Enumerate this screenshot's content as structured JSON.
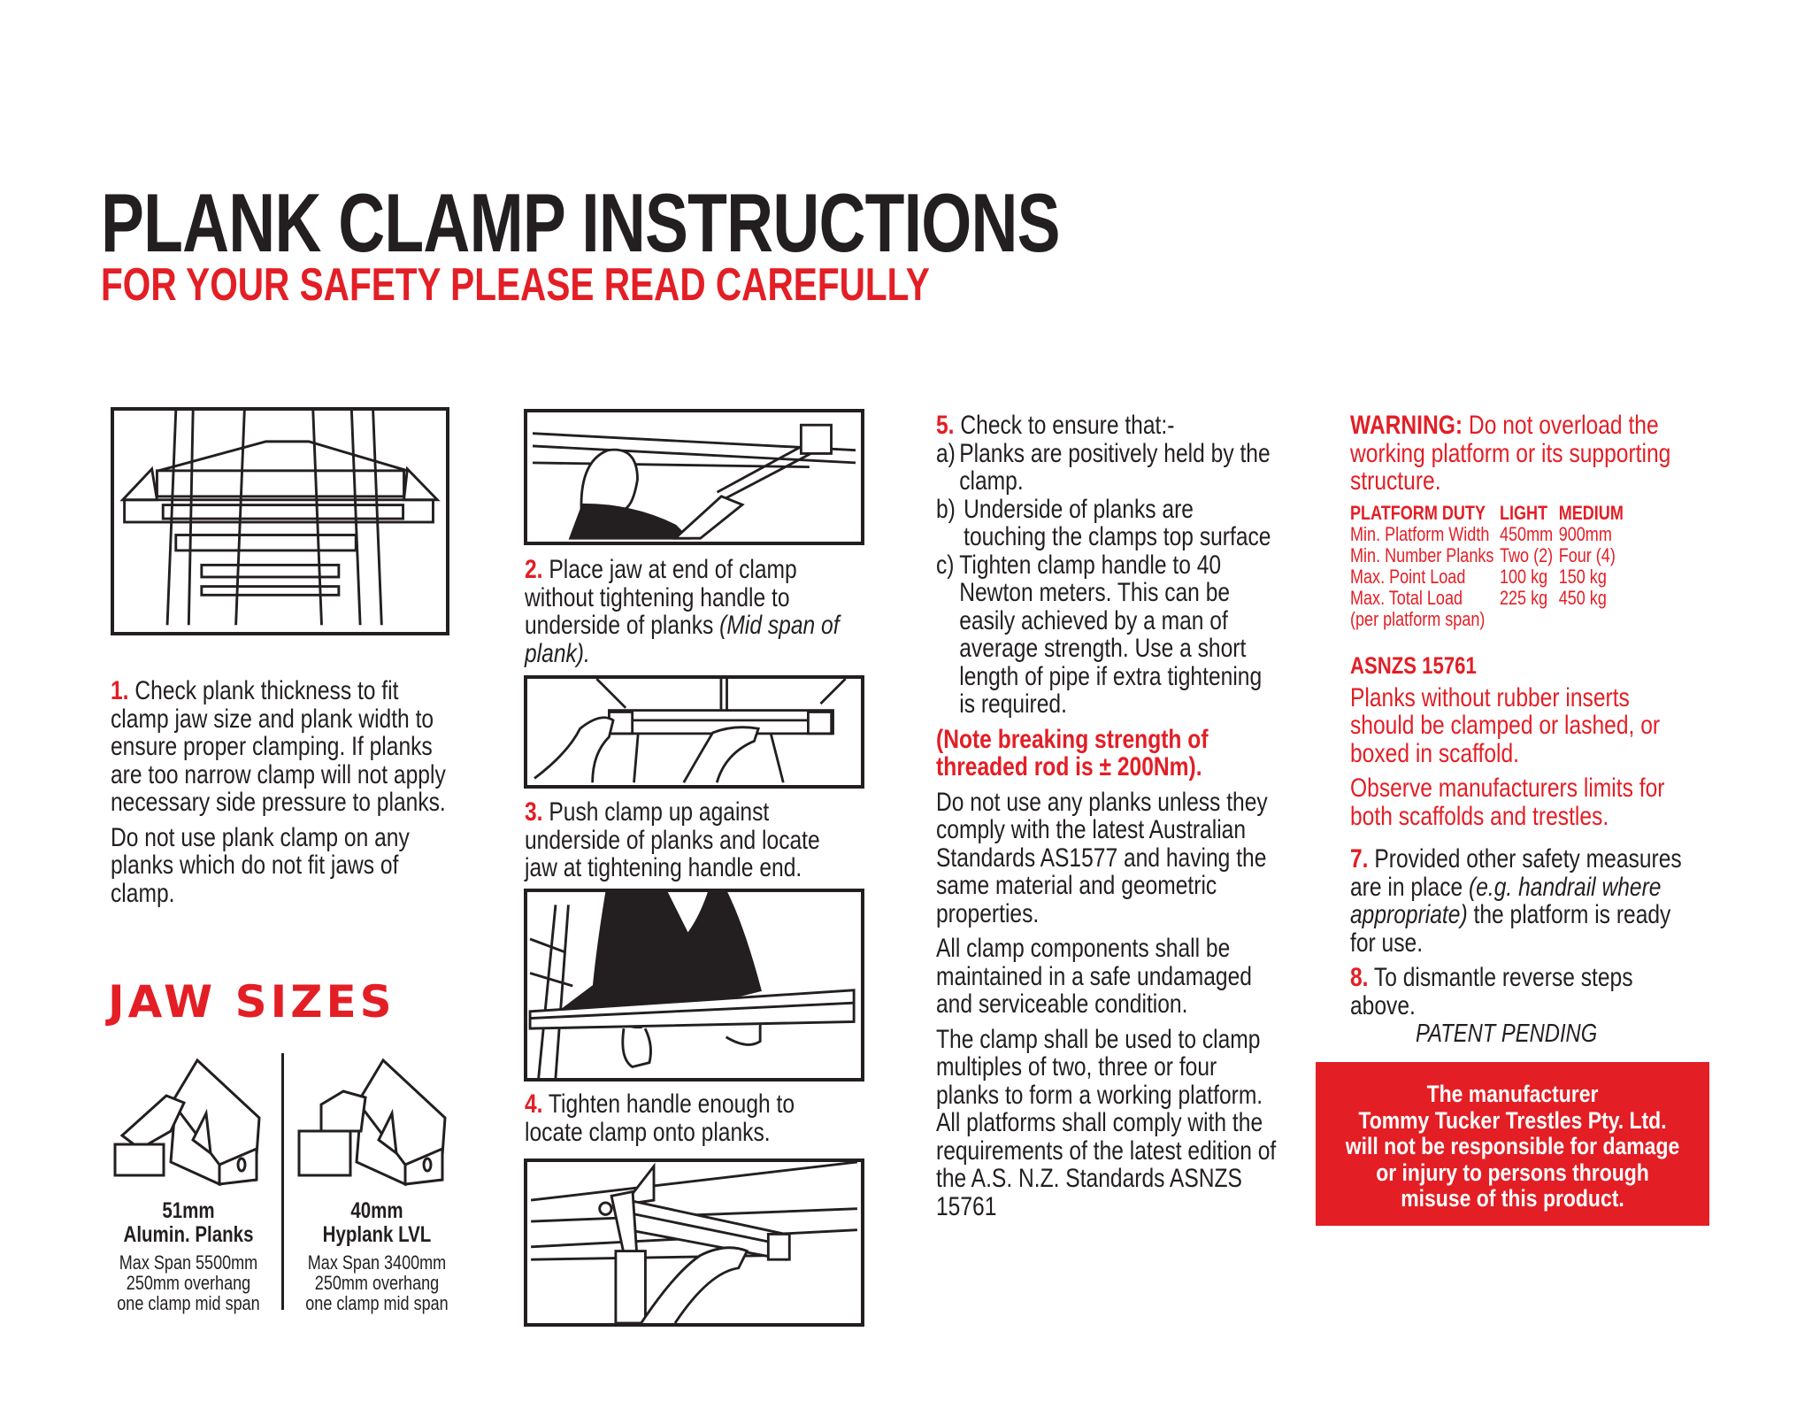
{
  "header": {
    "title": "PLANK CLAMP INSTRUCTIONS",
    "subtitle": "FOR YOUR SAFETY PLEASE READ CAREFULLY"
  },
  "colors": {
    "accent_red": "#e31e25",
    "text_black": "#231f20",
    "background": "#ffffff"
  },
  "step1": {
    "number": "1.",
    "text": "Check plank thickness to fit clamp jaw size and plank width to ensure proper clamping. If planks are too narrow clamp will not apply necessary side pressure to planks.",
    "note": "Do not use plank clamp on any planks which do not fit jaws of clamp.",
    "figure": "trestle-with-clamped-planks-illustration"
  },
  "jaw_sizes": {
    "title": "JAW SIZES",
    "items": [
      {
        "size": "51mm",
        "name": "Alumin. Planks",
        "span": "Max Span 5500mm",
        "overhang": "250mm overhang",
        "clamp": "one clamp mid span",
        "icon": "aluminium-jaw-icon"
      },
      {
        "size": "40mm",
        "name": "Hyplank LVL",
        "span": "Max Span 3400mm",
        "overhang": "250mm overhang",
        "clamp": "one clamp mid span",
        "icon": "hyplank-jaw-icon"
      }
    ]
  },
  "step2": {
    "number": "2.",
    "text": "Place jaw at end of clamp without tightening handle to underside of planks",
    "italic": "(Mid span of plank).",
    "figure": "man-placing-jaw-illustration"
  },
  "step3": {
    "number": "3.",
    "text": "Push clamp up against underside of planks and locate jaw at tightening handle end.",
    "figure": "hands-pushing-clamp-illustration"
  },
  "step4": {
    "number": "4.",
    "text": "Tighten handle enough to locate clamp onto planks.",
    "figure": "person-tightening-handle-illustration",
    "figure2": "pipe-tightening-handle-illustration"
  },
  "step5": {
    "number": "5.",
    "intro": "Check to ensure that:-",
    "items": [
      {
        "label": "a)",
        "text": "Planks are positively held by the clamp."
      },
      {
        "label": "b)",
        "text": "Underside of planks are touching the clamps top surface"
      },
      {
        "label": "c)",
        "text": "Tighten clamp handle to 40 Newton meters. This can be easily achieved by a man of average strength. Use a short length of pipe if extra tightening is required."
      }
    ],
    "note": "(Note breaking strength of threaded rod is ± 200Nm).",
    "para1": "Do not use any planks unless they comply with the latest Australian Standards AS1577 and having the same material and geometric properties.",
    "para2": "All clamp components shall be maintained in a safe undamaged and serviceable condition.",
    "para3": "The clamp shall be used to clamp multiples of two, three or four planks to form a working platform. All platforms shall comply with the requirements of the latest edition of the A.S. N.Z. Standards ASNZS 15761"
  },
  "warning": {
    "label": "WARNING:",
    "text": "Do not overload the working platform or its supporting structure.",
    "table": {
      "headers": [
        "PLATFORM DUTY",
        "LIGHT",
        "MEDIUM"
      ],
      "rows": [
        [
          "Min. Platform Width",
          "450mm",
          "900mm"
        ],
        [
          "Min. Number Planks",
          "Two (2)",
          "Four (4)"
        ],
        [
          "Max. Point Load",
          "100 kg",
          "150 kg"
        ],
        [
          "Max. Total Load",
          "225 kg",
          "450 kg"
        ],
        [
          "(per platform span)",
          "",
          ""
        ]
      ]
    },
    "standard": "ASNZS 15761",
    "standard_text1": "Planks without rubber inserts should be clamped or lashed, or boxed in scaffold.",
    "standard_text2": "Observe manufacturers limits for both scaffolds and trestles."
  },
  "step7": {
    "number": "7.",
    "text": "Provided other safety measures are in place",
    "italic": "(e.g. handrail where appropriate)",
    "text2": "the platform is ready for use."
  },
  "step8": {
    "number": "8.",
    "text": "To dismantle reverse steps above."
  },
  "patent": "PATENT PENDING",
  "disclaimer": {
    "lines": [
      "The manufacturer",
      "Tommy Tucker Trestles Pty. Ltd.",
      "will not be responsible for damage",
      "or injury to persons through",
      "misuse of this product."
    ]
  }
}
